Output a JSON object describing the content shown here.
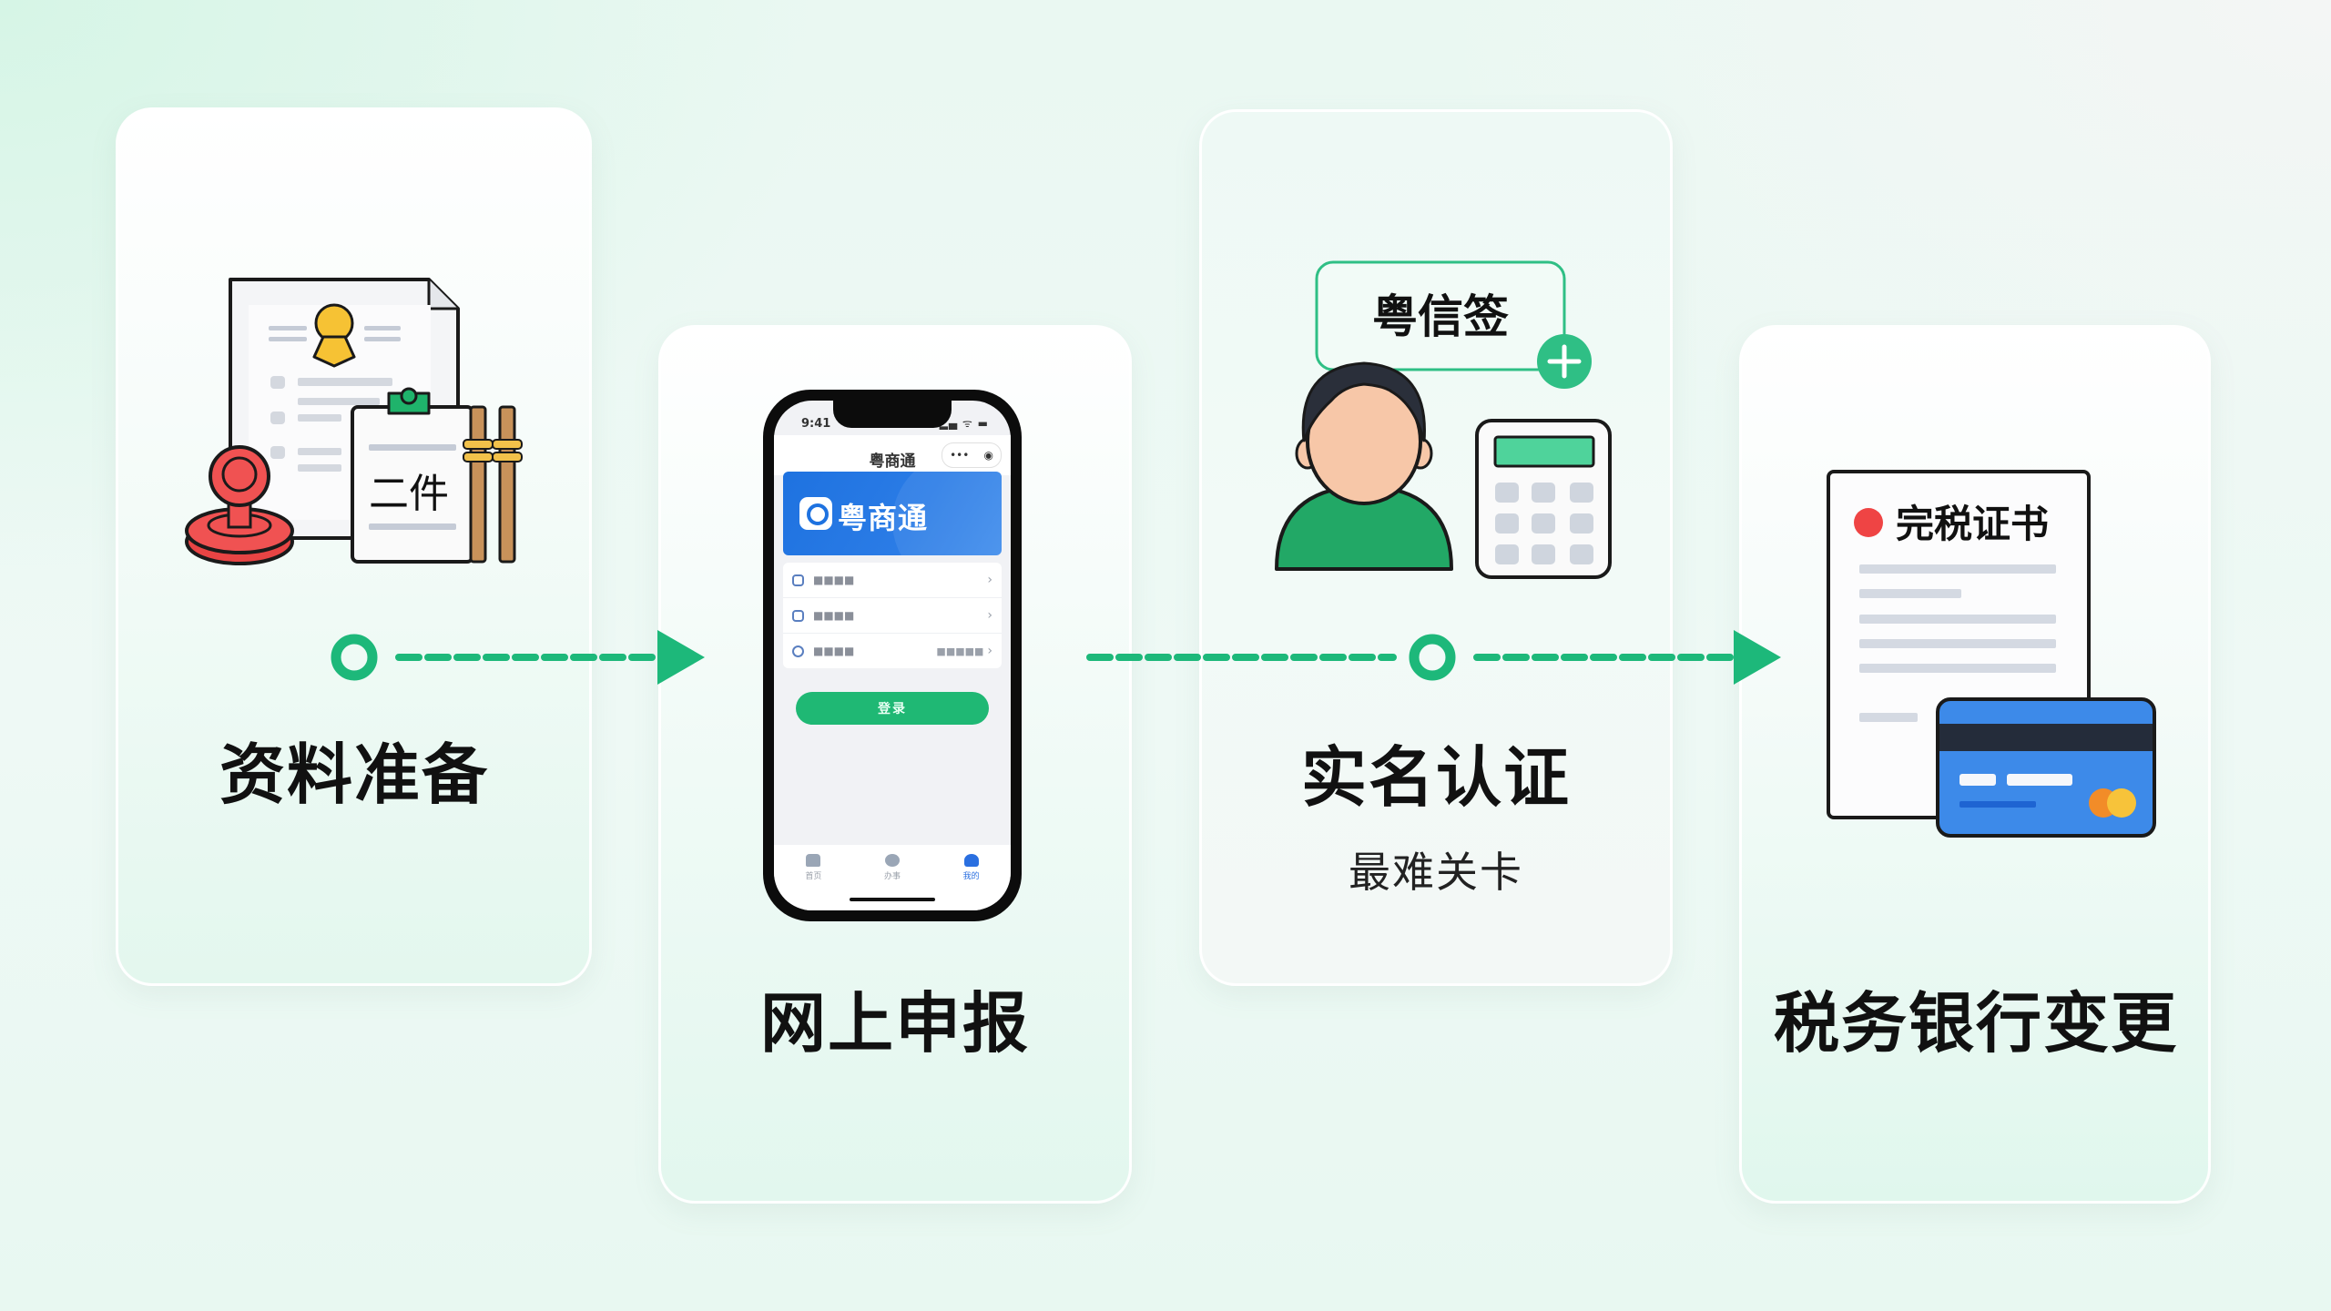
{
  "steps": [
    {
      "id": "step-1",
      "label": "资料准备",
      "illustration": "documents-stamp-clipboard",
      "clipboard_text": "二件"
    },
    {
      "id": "step-2",
      "label": "网上申报",
      "illustration": "phone-app"
    },
    {
      "id": "step-3",
      "label": "实名认证",
      "sublabel": "最难关卡",
      "illustration": "person-calculator",
      "badge_text": "粤信签"
    },
    {
      "id": "step-4",
      "label": "税务银行变更",
      "illustration": "tax-certificate-bankcard",
      "certificate_text": "完税证书"
    }
  ],
  "phone": {
    "status_time": "9:41",
    "status_icons": "▂▄ ᯤ ▬",
    "app_title": "粤商通",
    "capsule_left": "•••",
    "capsule_right": "◉",
    "banner_text": "粤商通",
    "menu_items": [
      {
        "label": "■■■■",
        "right": ""
      },
      {
        "label": "■■■■",
        "right": ""
      },
      {
        "label": "■■■■",
        "right": "■■■■■"
      }
    ],
    "chevron": "›",
    "login_label": "登录",
    "tabs": [
      {
        "label": "首页",
        "active": false
      },
      {
        "label": "办事",
        "active": false
      },
      {
        "label": "我的",
        "active": true
      }
    ]
  },
  "colors": {
    "accent_green": "#1db87a",
    "stamp_red": "#ef4444",
    "card_blue": "#3b82f6",
    "text_dark": "#111111"
  }
}
